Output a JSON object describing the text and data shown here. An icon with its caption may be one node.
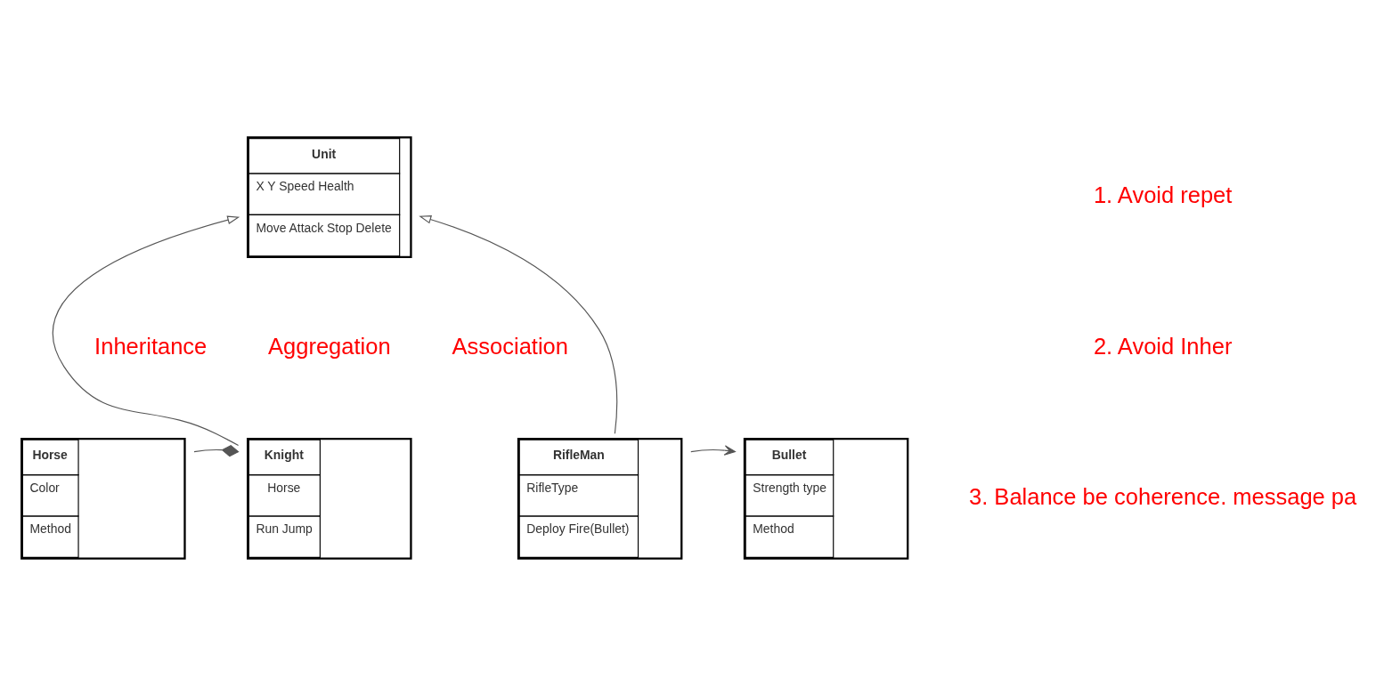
{
  "diagram": {
    "nodes": [
      {
        "text": [
          "Unit",
          "X Y Speed Health",
          "Move Attack Stop Delete"
        ]
      },
      {
        "text": [
          "Horse",
          "Color",
          "Method"
        ]
      },
      {
        "text": [
          "Knight",
          "Horse",
          "Run Jump"
        ]
      },
      {
        "text": [
          "RifleMan",
          "RifleType",
          "Deploy Fire(Bullet)"
        ]
      },
      {
        "text": [
          "Bullet",
          "Strength type",
          "Method"
        ]
      }
    ],
    "edges": [
      {
        "from": 2,
        "to": 0,
        "arrow": "to"
      },
      {
        "from": 3,
        "to": 0,
        "arrow": "to"
      },
      {
        "from": 1,
        "to": 2,
        "arrow": "other"
      },
      {
        "from": 3,
        "to": 4,
        "arrow": "to"
      }
    ],
    "labels": [
      "1. Avoid repet",
      "2. Avoid Inher",
      "3. Balance be coherence. message pa",
      "Inheritance",
      "Aggregation",
      "Association"
    ]
  }
}
